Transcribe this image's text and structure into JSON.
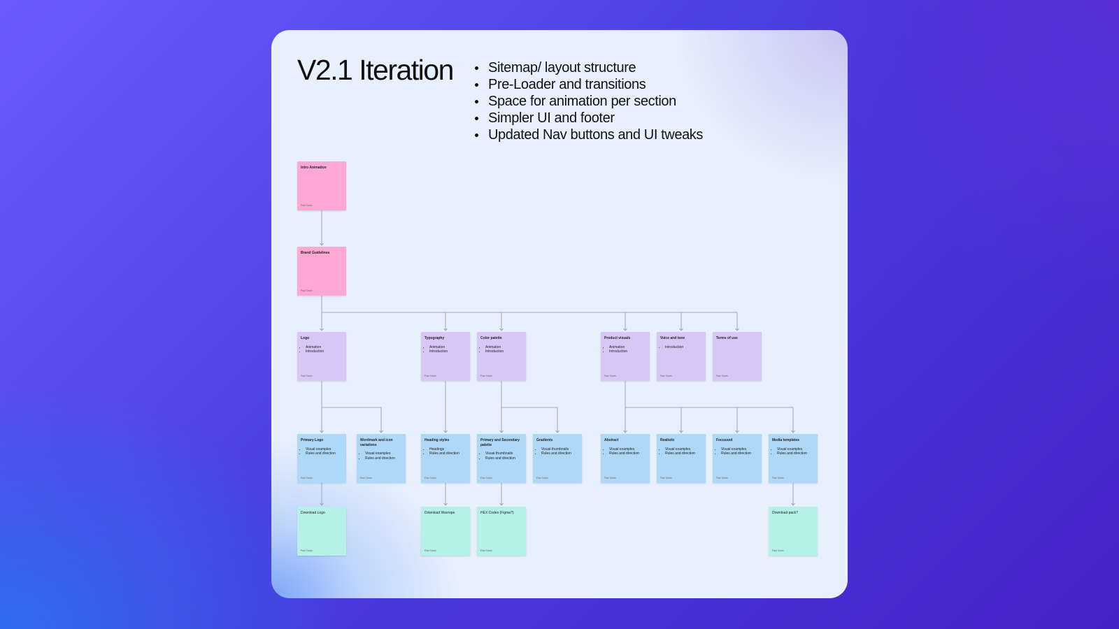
{
  "title": "V2.1 Iteration",
  "bullets": [
    "Sitemap/ layout structure",
    "Pre-Loader and transitions",
    "Space for animation per section",
    "Simpler UI and footer",
    "Updated Nav buttons and UI tweaks"
  ],
  "sitemap": {
    "footer_text": "Paul Davis",
    "intro": {
      "title": "Intro Animation"
    },
    "brand": {
      "title": "Brand Guidelines"
    },
    "sections": {
      "logo": {
        "title": "Logo",
        "items": [
          "Animation",
          "Introduction"
        ]
      },
      "typography": {
        "title": "Typography",
        "items": [
          "Animation",
          "Introduction"
        ]
      },
      "color": {
        "title": "Color palette",
        "items": [
          "Animation",
          "Introduction"
        ]
      },
      "product": {
        "title": "Product visuals",
        "items": [
          "Animation",
          "Introduction"
        ]
      },
      "voice": {
        "title": "Voice and tone",
        "items": [
          "Introduction"
        ]
      },
      "terms": {
        "title": "Terms of use",
        "items": []
      }
    },
    "subsections": {
      "primary_logo": {
        "title": "Primary Logo",
        "items": [
          "Visual examples",
          "Rules and direction"
        ]
      },
      "wordmark": {
        "title": "Wordmark and icon variations",
        "items": [
          "Visual examples",
          "Rules and direction"
        ]
      },
      "heading": {
        "title": "Heading styles",
        "items": [
          "Headings",
          "Rules and direction"
        ]
      },
      "palette": {
        "title": "Primary and Secondary palette",
        "items": [
          "Visual thumbnails",
          "Rules and direction"
        ]
      },
      "gradients": {
        "title": "Gradients",
        "items": [
          "Visual thumbnails",
          "Rules and direction"
        ]
      },
      "abstract": {
        "title": "Abstract",
        "items": [
          "Visual examples",
          "Rules and direction"
        ]
      },
      "realistic": {
        "title": "Realistic",
        "items": [
          "Visual examples",
          "Rules and direction"
        ]
      },
      "focussed": {
        "title": "Focussed",
        "items": [
          "Visual examples",
          "Rules and direction"
        ]
      },
      "media": {
        "title": "Media templates",
        "items": [
          "Visual examples",
          "Rules and direction"
        ]
      }
    },
    "downloads": {
      "logo": {
        "title": "Download Logo"
      },
      "wavrope": {
        "title": "Download Wavrope"
      },
      "hex": {
        "title": "HEX Codes (Figma?)"
      },
      "pack": {
        "title": "Download pack?"
      }
    }
  },
  "colors": {
    "intro": "#ffa8d6",
    "section": "#d9c6f7",
    "subsection": "#aed7f8",
    "download": "#b5f1e8",
    "connector": "#9aa7b6"
  }
}
